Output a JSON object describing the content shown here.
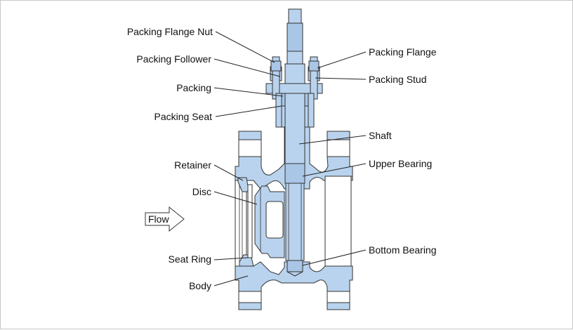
{
  "diagram": {
    "title": "Eccentric plug valve cross-section",
    "colors": {
      "part_fill": "#b9d3ee",
      "outline": "#333333",
      "background": "#ffffff"
    },
    "labels_left": [
      {
        "id": "packing-flange-nut",
        "text": "Packing Flange Nut"
      },
      {
        "id": "packing-follower",
        "text": "Packing Follower"
      },
      {
        "id": "packing",
        "text": "Packing"
      },
      {
        "id": "packing-seat",
        "text": "Packing Seat"
      },
      {
        "id": "retainer",
        "text": "Retainer"
      },
      {
        "id": "disc",
        "text": "Disc"
      },
      {
        "id": "seat-ring",
        "text": "Seat Ring"
      },
      {
        "id": "body",
        "text": "Body"
      }
    ],
    "labels_right": [
      {
        "id": "packing-flange",
        "text": "Packing Flange"
      },
      {
        "id": "packing-stud",
        "text": "Packing Stud"
      },
      {
        "id": "shaft",
        "text": "Shaft"
      },
      {
        "id": "upper-bearing",
        "text": "Upper Bearing"
      },
      {
        "id": "bottom-bearing",
        "text": "Bottom Bearing"
      }
    ],
    "flow_arrow": {
      "text": "Flow",
      "direction": "right"
    }
  }
}
